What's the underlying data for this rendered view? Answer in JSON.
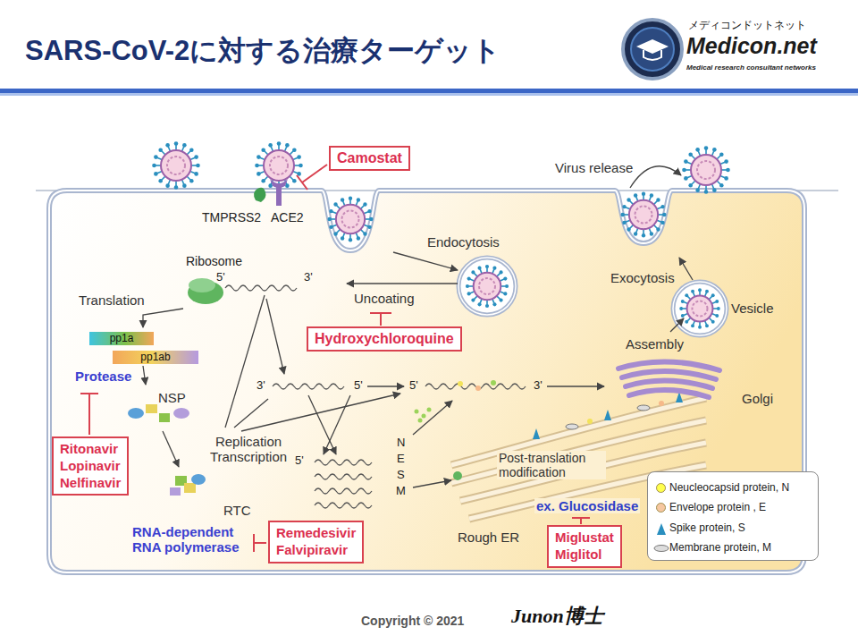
{
  "diagram": {
    "title": "SARS-CoV-2に対する治療ターゲット",
    "nodes": [
      {
        "text": [
          "Camostat"
        ]
      },
      {
        "text": [
          "Hydroxychloroquine"
        ]
      },
      {
        "text": [
          "pp1a"
        ]
      },
      {
        "text": [
          "pp1ab"
        ]
      },
      {
        "text": [
          "Ritonavir Lopinavir Nelfinavir"
        ]
      },
      {
        "text": [
          "Remedesivir Falvipiravir"
        ]
      },
      {
        "text": [
          "Miglustat Miglitol"
        ]
      }
    ],
    "labels": [
      "メディコンドットネット",
      "Medicon.net",
      "Medical research consultant networks",
      "Virus release",
      "TMPRSS2",
      "ACE2",
      "Ribosome",
      "5'",
      "3'",
      "Endocytosis",
      "Translation",
      "Uncoating",
      "Exocytosis",
      "Vesicle",
      "Assembly",
      "Protease",
      "NSP",
      "3'",
      "5'",
      "5'",
      "3'",
      "Golgi",
      "Replication Transcription",
      "5'",
      "N",
      "E",
      "S",
      "M",
      "Post-translation modification",
      "ex. Glucosidase",
      "RTC",
      "RNA-dependent RNA polymerase",
      "Rough ER",
      "Copyright © 2021",
      "Junon博士"
    ],
    "legend": [
      {
        "text": "Neucleocapsid protein, N",
        "color": "#ffff4d"
      },
      {
        "text": "Envelope protein , E",
        "color": "#f6c7a0"
      },
      {
        "text": "Spike protein, S"
      },
      {
        "text": "Membrane protein, M"
      }
    ]
  }
}
